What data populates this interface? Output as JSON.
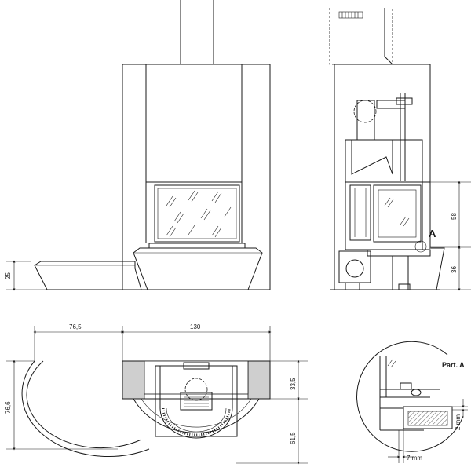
{
  "drawing": {
    "front_view": {
      "dim_height_left": "25"
    },
    "side_view": {
      "detail_marker": "A",
      "dim_upper": "58",
      "dim_lower": "36"
    },
    "plan_view": {
      "dim_width_left": "76,5",
      "dim_width_right": "130",
      "dim_depth_left": "76,6",
      "dim_depth_upper": "33,5",
      "dim_depth_lower": "61,5"
    },
    "detail_view": {
      "title": "Part. A",
      "dim_vertical": "2 mm",
      "dim_horizontal": "7 mm"
    }
  }
}
